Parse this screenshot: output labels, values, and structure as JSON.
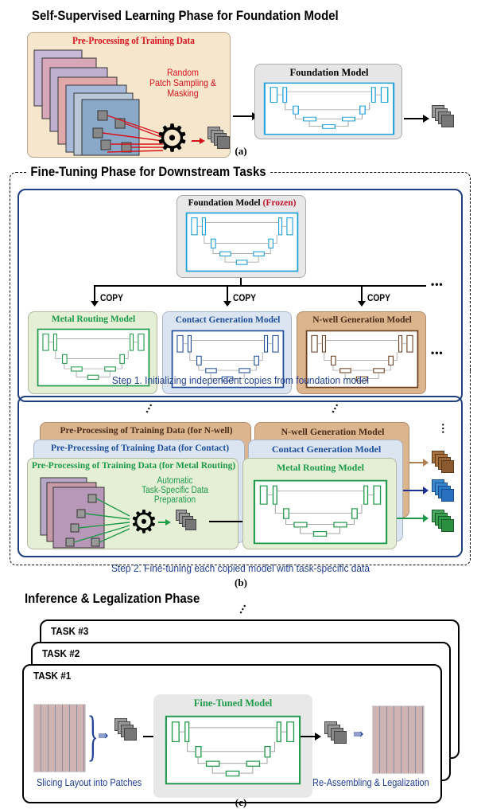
{
  "colors": {
    "foundation": "#1aa0dc",
    "metal": "#1f9a4a",
    "contact": "#1f4f9a",
    "nwell": "#6b3f1f",
    "red": "#d8121c",
    "step_blue": "#1f3f8f",
    "panel_tan": "#f5e6cc",
    "panel_grey": "#e6e6e6",
    "panel_green": "#e4efd6",
    "panel_blue": "#dbe4f1",
    "panel_brown": "#dcb48e"
  },
  "section_a": {
    "title": "Self-Supervised Learning Phase for Foundation Model",
    "preprocess_title": "Pre-Processing of Training Data",
    "sampling_label_line1": "Random",
    "sampling_label_line2": "Patch Sampling & Masking",
    "model_title": "Foundation Model",
    "caption": "(a)"
  },
  "section_b": {
    "title": "Fine-Tuning Phase for Downstream Tasks",
    "step1": {
      "frozen_title": "Foundation Model",
      "frozen_tag": "(Frozen)",
      "copy_label": "COPY",
      "ellipsis": "•••",
      "models": [
        {
          "title": "Metal Routing Model"
        },
        {
          "title": "Contact Generation Model"
        },
        {
          "title": "N-well Generation Model"
        }
      ],
      "caption": "Step 1. Initializing independent copies from foundation model"
    },
    "step2": {
      "pre_nwell": "Pre-Processing of Training Data (for N-well)",
      "pre_contact": "Pre-Processing of Training Data (for Contact)",
      "pre_metal": "Pre-Processing of Training Data (for Metal Routing)",
      "auto_line1": "Automatic",
      "auto_line2": "Task-Specific Data Preparation",
      "model_nwell": "N-well Generation Model",
      "model_contact": "Contact Generation Model",
      "model_metal": "Metal Routing Model",
      "caption": "Step 2. Fine-tuning each copied model with task-specific data"
    },
    "caption": "(b)"
  },
  "section_c": {
    "title": "Inference & Legalization Phase",
    "tasks": [
      "TASK #3",
      "TASK #2",
      "TASK #1"
    ],
    "model_title": "Fine-Tuned Model",
    "slicing_label": "Slicing Layout into Patches",
    "reassemble_label": "Re-Assembling & Legalization",
    "caption": "(c)"
  }
}
